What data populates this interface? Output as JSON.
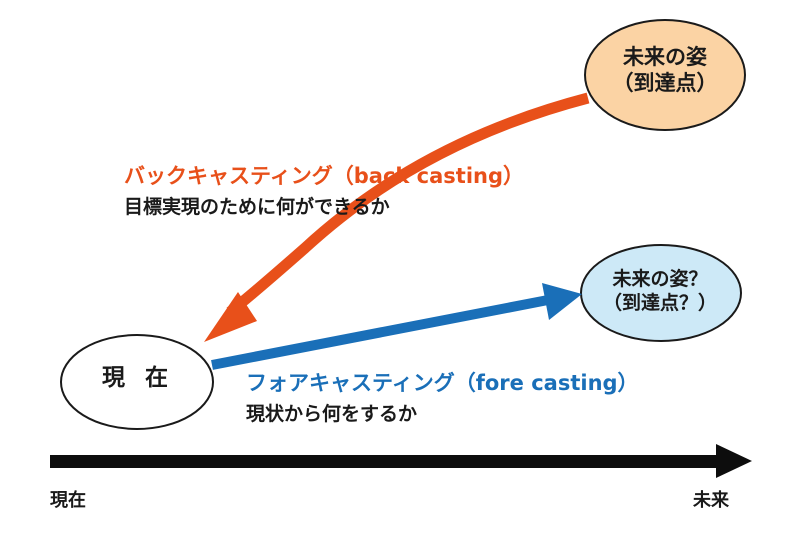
{
  "nodes": {
    "future": {
      "line1": "未来の姿",
      "line2": "（到達点）"
    },
    "future_question": {
      "line1": "未来の姿？",
      "line2": "（到達点？）"
    },
    "present": {
      "label": "現 在"
    }
  },
  "backcasting": {
    "title": "バックキャスティング（back casting）",
    "description": "目標実現のために何ができるか"
  },
  "forecasting": {
    "title": "フォアキャスティング（fore casting）",
    "description": "現状から何をするか"
  },
  "timeline": {
    "start": "現在",
    "end": "未来"
  },
  "colors": {
    "backcasting": "#e8501a",
    "forecasting": "#1a6fb8",
    "future_fill": "#fbd3a4",
    "future_question_fill": "#cde9f7",
    "axis": "#0d0d0d"
  }
}
